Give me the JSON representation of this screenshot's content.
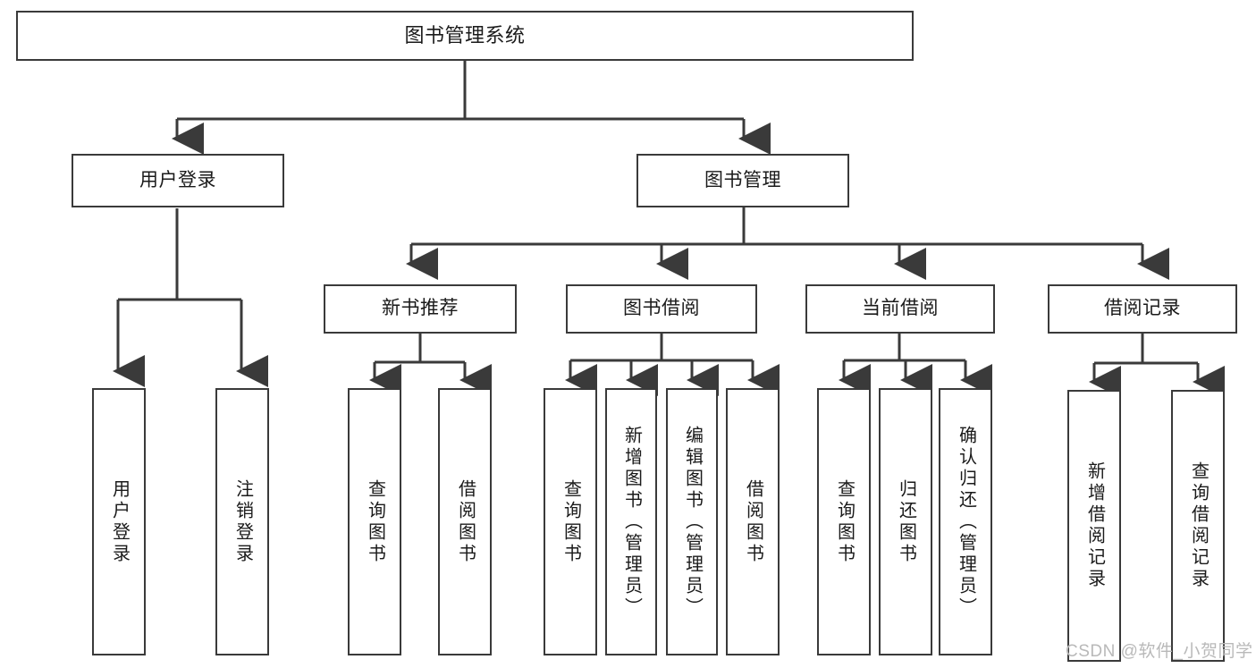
{
  "diagram": {
    "type": "tree-hierarchy",
    "title": "图书管理系统",
    "watermark": "CSDN @软件_小贺同学",
    "colors": {
      "box_border": "#3a3a3a",
      "box_fill": "#ffffff",
      "edge": "#3a3a3a",
      "text": "#1a1a1a",
      "watermark": "#b9b9b9"
    },
    "nodes": {
      "root": {
        "label": "图书管理系统"
      },
      "level2": [
        {
          "id": "user_login",
          "label": "用户登录"
        },
        {
          "id": "book_manage",
          "label": "图书管理"
        }
      ],
      "level3": [
        {
          "id": "new_book_rec",
          "label": "新书推荐"
        },
        {
          "id": "book_borrow",
          "label": "图书借阅"
        },
        {
          "id": "current_borrow",
          "label": "当前借阅"
        },
        {
          "id": "borrow_record",
          "label": "借阅记录"
        }
      ],
      "leaves": {
        "user_login": [
          {
            "id": "leaf_user_login",
            "label": "用户登录"
          },
          {
            "id": "leaf_logout",
            "label": "注销登录"
          }
        ],
        "new_book_rec": [
          {
            "id": "leaf_query_book_1",
            "label": "查询图书"
          },
          {
            "id": "leaf_borrow_book_1",
            "label": "借阅图书"
          }
        ],
        "book_borrow": [
          {
            "id": "leaf_query_book_2",
            "label": "查询图书"
          },
          {
            "id": "leaf_add_book",
            "label": "新增图书（管理员）"
          },
          {
            "id": "leaf_edit_book",
            "label": "编辑图书（管理员）"
          },
          {
            "id": "leaf_borrow_book_2",
            "label": "借阅图书"
          }
        ],
        "current_borrow": [
          {
            "id": "leaf_query_book_3",
            "label": "查询图书"
          },
          {
            "id": "leaf_return_book",
            "label": "归还图书"
          },
          {
            "id": "leaf_confirm_return",
            "label": "确认归还（管理员）"
          }
        ],
        "borrow_record": [
          {
            "id": "leaf_add_record",
            "label": "新增借阅记录"
          },
          {
            "id": "leaf_query_record",
            "label": "查询借阅记录"
          }
        ]
      }
    }
  }
}
